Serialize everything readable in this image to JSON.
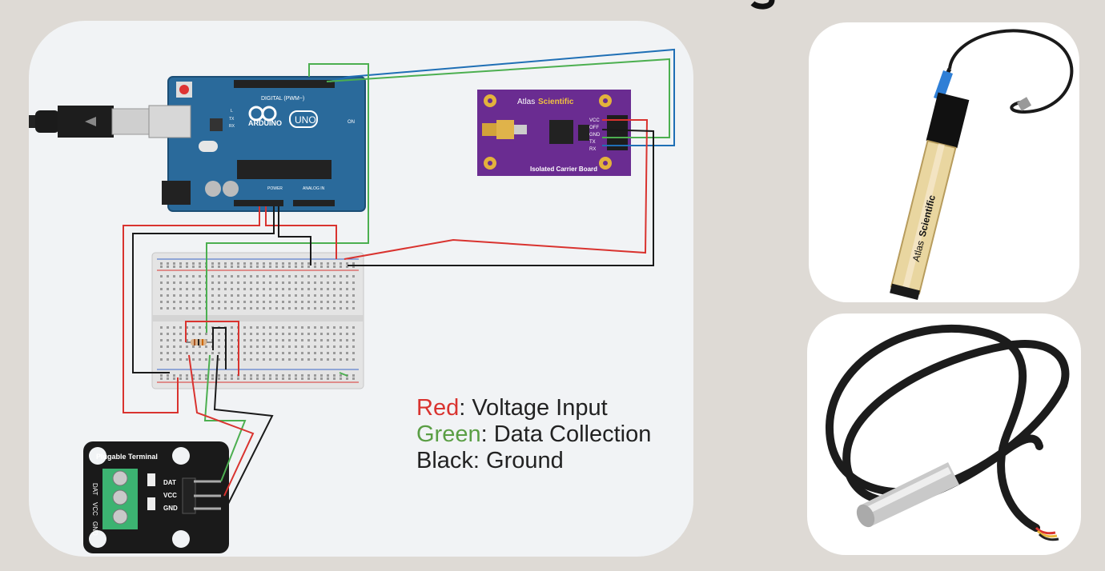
{
  "arduino": {
    "brand": "ARDUINO",
    "model": "UNO",
    "header_digital": "DIGITAL (PWM~)",
    "header_power": "POWER",
    "header_analog": "ANALOG IN",
    "led_on": "ON",
    "tx": "TX",
    "rx": "RX",
    "led_l": "L"
  },
  "carrier_board": {
    "brand_atlas": "Atlas",
    "brand_scientific": "Scientific",
    "name": "Isolated Carrier Board",
    "pins": [
      "VCC",
      "OFF",
      "GND",
      "TX",
      "RX"
    ]
  },
  "terminal": {
    "title": "Plugable Terminal",
    "left_labels": [
      "DAT",
      "VCC",
      "GND"
    ],
    "right_labels": [
      "DAT",
      "VCC",
      "GND"
    ]
  },
  "legend": {
    "red_word": "Red",
    "red_text": ": Voltage Input",
    "green_word": "Green",
    "green_text": ": Data Collection",
    "black_text": "Black: Ground"
  },
  "ph_probe": {
    "brand_atlas": "Atlas",
    "brand_scientific": "Scientific"
  },
  "colors": {
    "wire_red": "#d9332f",
    "wire_green": "#4caf50",
    "wire_black": "#1a1a1a",
    "wire_blue": "#1f6fb5",
    "arduino_blue": "#2a6a9b",
    "carrier_purple": "#6a2c91",
    "terminal_green": "#3cb371"
  }
}
